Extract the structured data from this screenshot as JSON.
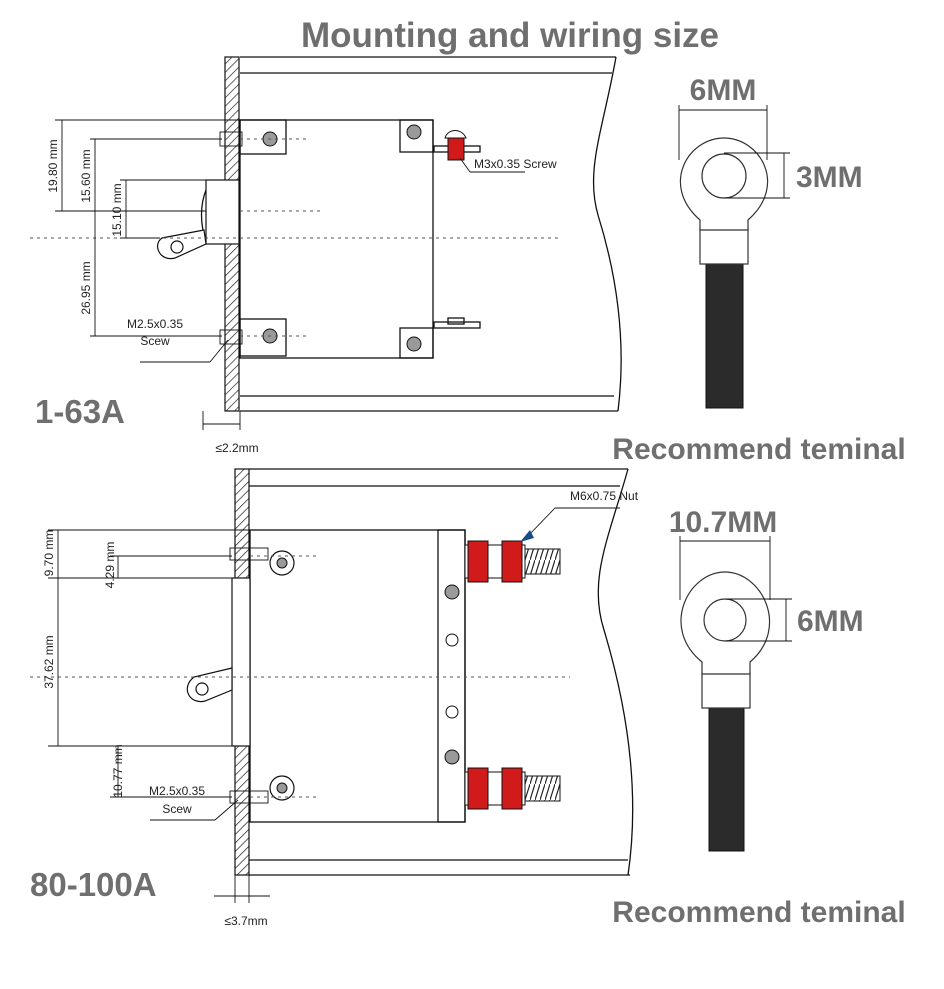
{
  "title": "Mounting and wiring size",
  "top": {
    "rating": "1-63A",
    "dims": {
      "d1": "19.80 mm",
      "d2": "15.60 mm",
      "d3": "15.10 mm",
      "d4": "26.95 mm"
    },
    "screw_note": "M3x0.35 Screw",
    "mount_screw_line1": "M2.5x0.35",
    "mount_screw_line2": "Scew",
    "panel_thickness": "≤2.2mm",
    "terminal": {
      "width": "6MM",
      "hole": "3MM",
      "caption": "Recommend teminal"
    }
  },
  "bottom": {
    "rating": "80-100A",
    "dims": {
      "d1": "9.70 mm",
      "d2": "4.29 mm",
      "d3": "37.62 mm",
      "d4": "10.77 mm"
    },
    "nut_note": "M6x0.75 Nut",
    "mount_screw_line1": "M2.5x0.35",
    "mount_screw_line2": "Scew",
    "panel_thickness": "≤3.7mm",
    "terminal": {
      "width": "10.7MM",
      "hole": "6MM",
      "caption": "Recommend teminal"
    }
  },
  "colors": {
    "heading": "#6f6f6f",
    "red_part": "#d11a1a",
    "cable": "#2b2b2b"
  }
}
